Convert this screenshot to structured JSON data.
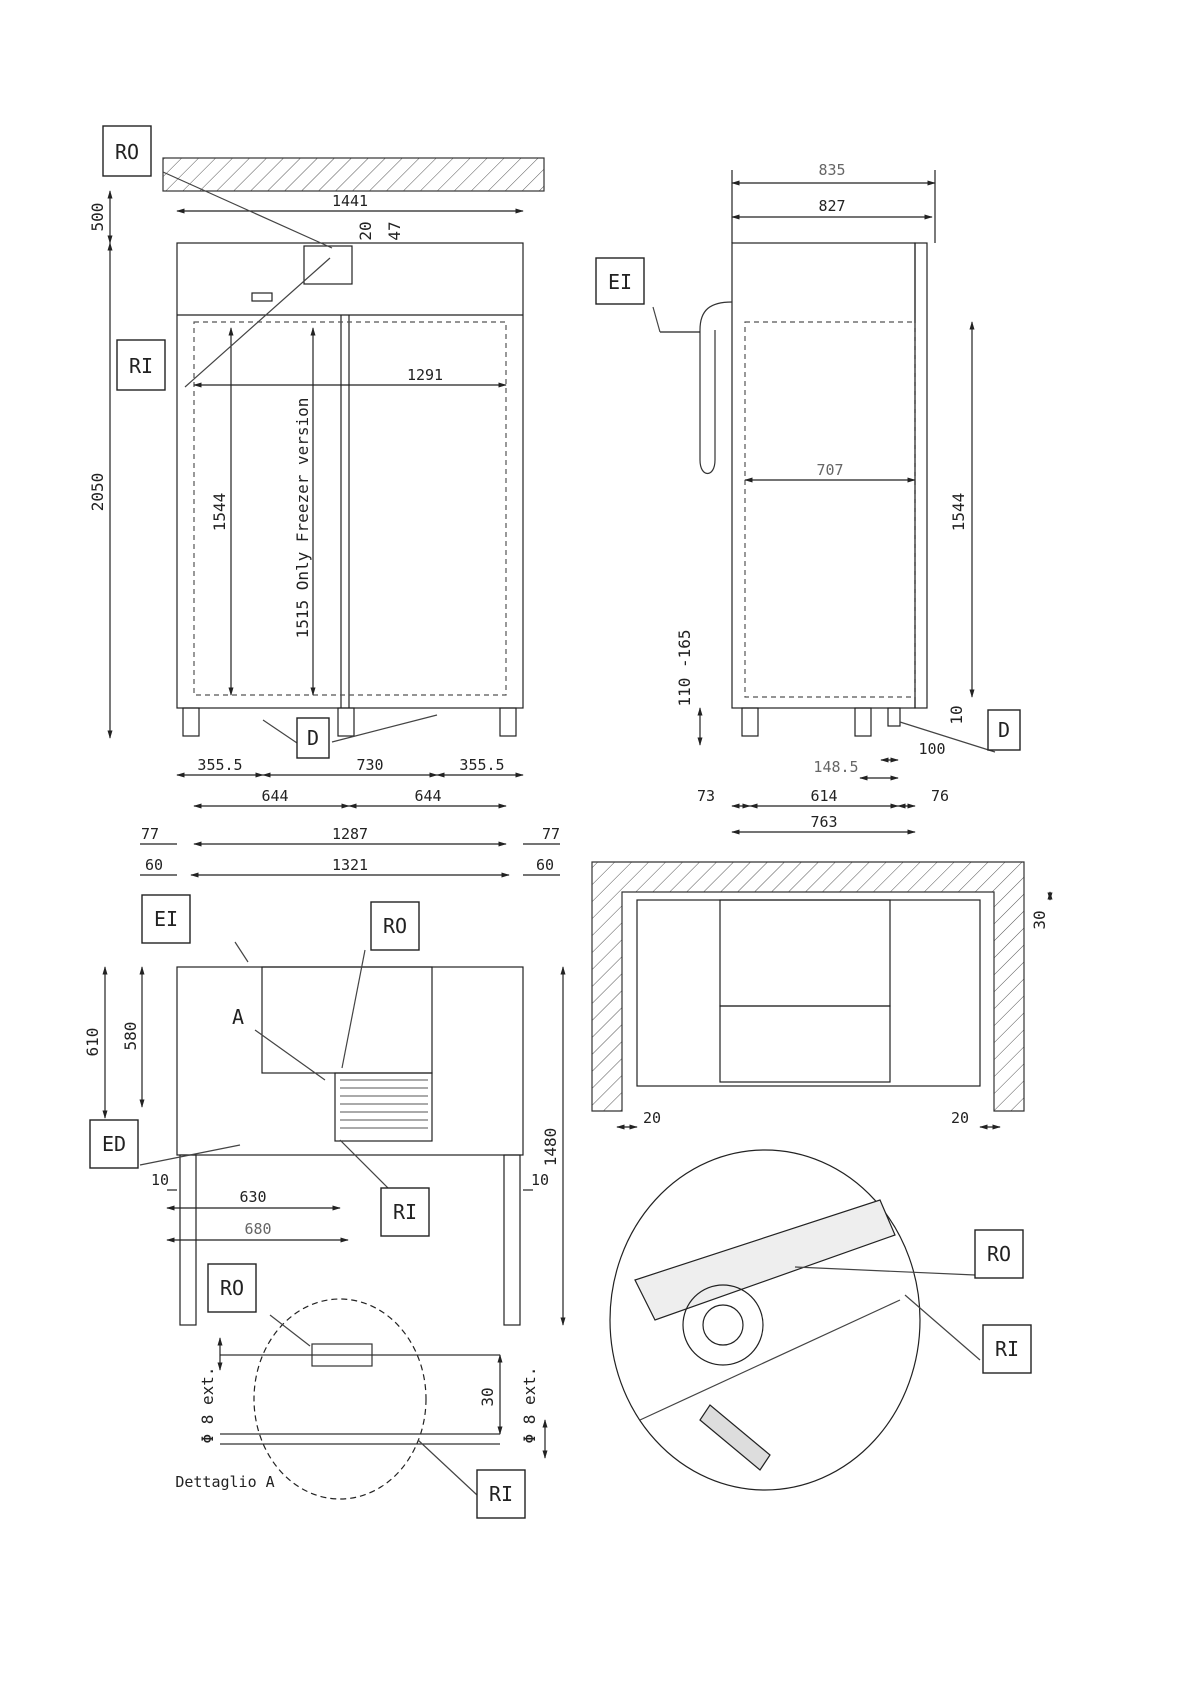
{
  "labels": {
    "ro": "RO",
    "ri": "RI",
    "ei": "EI",
    "d": "D",
    "ed": "ED",
    "a": "A"
  },
  "front_view": {
    "dims": {
      "width_overall": "1441",
      "clearance_top": "500",
      "d20": "20",
      "d47": "47",
      "height_total": "2050",
      "inner_width": "1291",
      "inner_height": "1544",
      "freezer_note": "1515  Only Freezer version",
      "drain_left": "355.5",
      "drain_mid": "730",
      "drain_right": "355.5",
      "half_left": "644",
      "half_right": "644",
      "side_left_77": "77",
      "feet_1287": "1287",
      "side_right_77": "77",
      "side_left_60": "60",
      "feet_1321": "1321",
      "side_right_60": "60"
    }
  },
  "side_view": {
    "dims": {
      "depth_835": "835",
      "depth_827": "827",
      "inner_707": "707",
      "inner_height": "1544",
      "feet_range": "110 -165",
      "d10": "10",
      "d100": "100",
      "d148": "148.5",
      "d73": "73",
      "d614": "614",
      "d76": "76",
      "d763": "763"
    }
  },
  "top_view": {
    "dims": {
      "d610": "610",
      "d580": "580",
      "d10l": "10",
      "d10r": "10",
      "d630": "630",
      "d680": "680",
      "d1480": "1480"
    }
  },
  "installed_view": {
    "dims": {
      "d30": "30",
      "d20l": "20",
      "d20r": "20"
    }
  },
  "detail_a": {
    "title": "Dettaglio A",
    "pipe_left": "Φ 8 ext.",
    "pipe_right": "Φ 8 ext.",
    "d30": "30"
  }
}
